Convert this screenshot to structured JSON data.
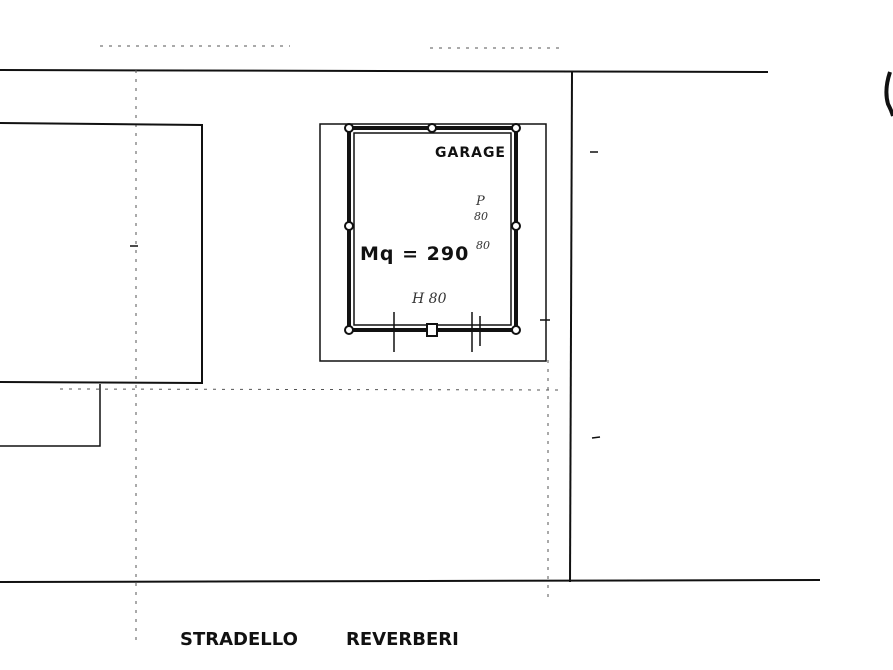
{
  "garage": {
    "title": "GARAGE",
    "area": "Mq = 290",
    "side_note_1": "P",
    "side_note_2": "80",
    "side_note_3": "80",
    "height_note": "H 80"
  },
  "street": {
    "name_1": "STRADELLO",
    "name_2": "REVERBERI"
  }
}
